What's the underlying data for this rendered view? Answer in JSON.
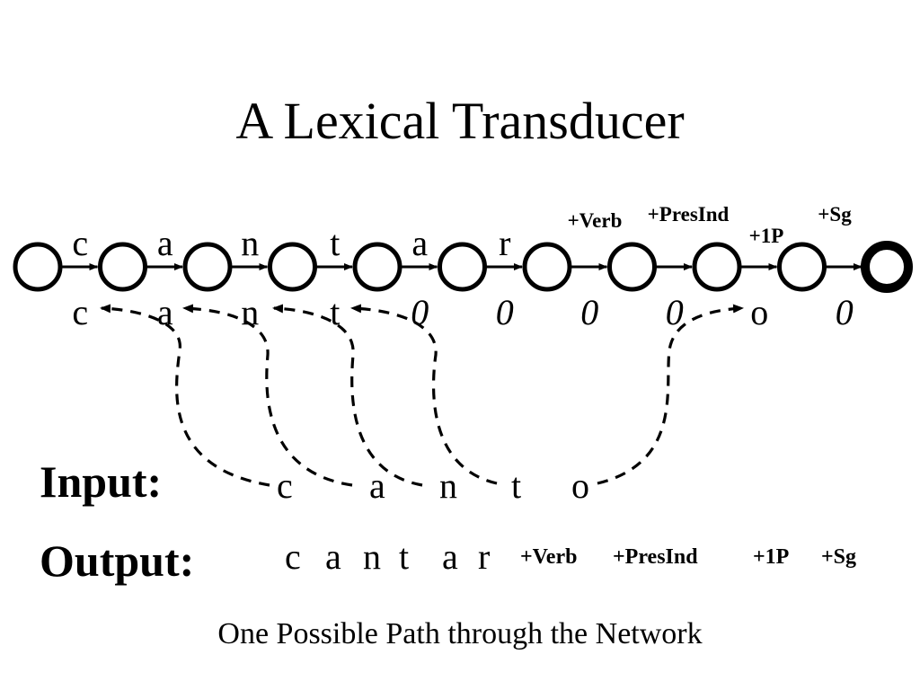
{
  "title": "A Lexical Transducer",
  "caption": "One Possible Path through the Network",
  "input_label": "Input:",
  "output_label": "Output:",
  "input_chars": [
    "c",
    "a",
    "n",
    "t",
    "o"
  ],
  "output_chars": [
    "c",
    "a",
    "n",
    "t",
    "a",
    "r"
  ],
  "output_tags": [
    "+Verb",
    "+PresInd",
    "+1P",
    "+Sg"
  ],
  "arcs": [
    {
      "upper": "c",
      "lower": "c",
      "upper_style": "letter",
      "lower_italic": false
    },
    {
      "upper": "a",
      "lower": "a",
      "upper_style": "letter",
      "lower_italic": false
    },
    {
      "upper": "n",
      "lower": "n",
      "upper_style": "letter",
      "lower_italic": false
    },
    {
      "upper": "t",
      "lower": "t",
      "upper_style": "letter",
      "lower_italic": false
    },
    {
      "upper": "a",
      "lower": "0",
      "upper_style": "letter",
      "lower_italic": true
    },
    {
      "upper": "r",
      "lower": "0",
      "upper_style": "letter",
      "lower_italic": true
    },
    {
      "upper": "+Verb",
      "lower": "0",
      "upper_style": "tag",
      "lower_italic": true
    },
    {
      "upper": "+PresInd",
      "lower": "0",
      "upper_style": "tag",
      "lower_italic": true
    },
    {
      "upper": "+1P",
      "lower": "o",
      "upper_style": "tag",
      "lower_italic": false
    },
    {
      "upper": "+Sg",
      "lower": "0",
      "upper_style": "tag",
      "lower_italic": true
    }
  ],
  "state_count": 11,
  "final_state_index": 10,
  "input_links": [
    {
      "input_index": 0,
      "arc_index": 0
    },
    {
      "input_index": 1,
      "arc_index": 1
    },
    {
      "input_index": 2,
      "arc_index": 2
    },
    {
      "input_index": 3,
      "arc_index": 3
    },
    {
      "input_index": 4,
      "arc_index": 8
    }
  ]
}
